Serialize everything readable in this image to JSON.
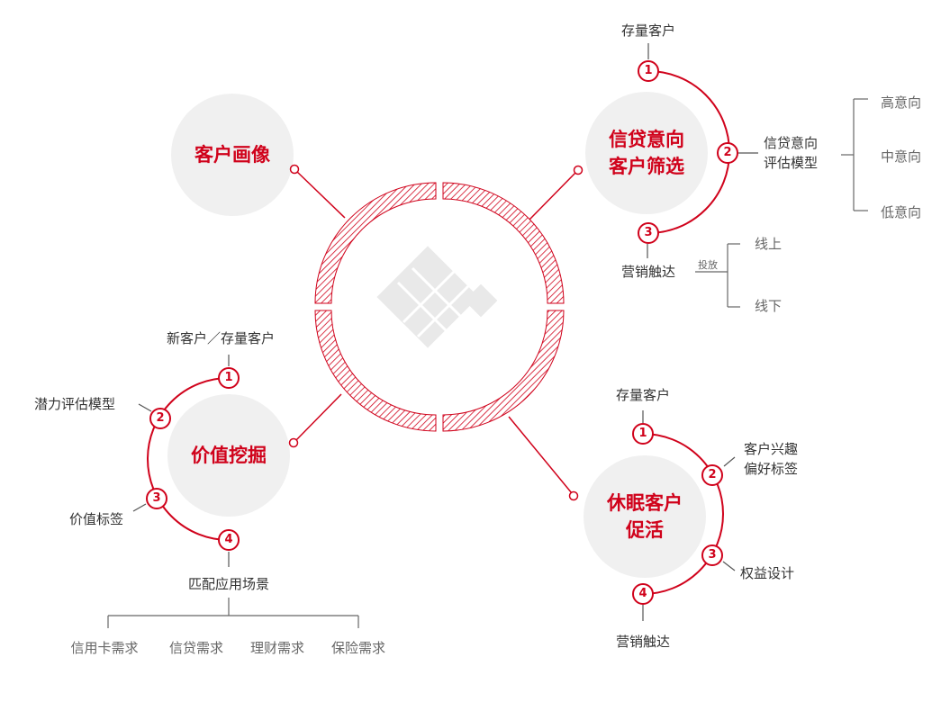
{
  "colors": {
    "accent": "#d0021b",
    "circle_bg": "#f0f0f0",
    "line": "#666666",
    "logo": "#e9e9e9"
  },
  "center": {
    "icon": "diamond-logo"
  },
  "portrait": {
    "title": "客户画像"
  },
  "credit": {
    "title_1": "信贷意向",
    "title_2": "客户筛选",
    "steps": [
      {
        "num": "1",
        "label": "存量客户"
      },
      {
        "num": "2",
        "label_1": "信贷意向",
        "label_2": "评估模型"
      },
      {
        "num": "3",
        "label": "营销触达"
      }
    ],
    "intents": [
      "高意向",
      "中意向",
      "低意向"
    ],
    "delivery_label": "投放",
    "channels": [
      "线上",
      "线下"
    ]
  },
  "value": {
    "title": "价值挖掘",
    "steps": [
      {
        "num": "1",
        "label": "新客户／存量客户"
      },
      {
        "num": "2",
        "label": "潜力评估模型"
      },
      {
        "num": "3",
        "label": "价值标签"
      },
      {
        "num": "4",
        "label": "匹配应用场景"
      }
    ],
    "scenes": [
      "信用卡需求",
      "信贷需求",
      "理财需求",
      "保险需求"
    ]
  },
  "dormant": {
    "title_1": "休眠客户",
    "title_2": "促活",
    "steps": [
      {
        "num": "1",
        "label": "存量客户"
      },
      {
        "num": "2",
        "label_1": "客户兴趣",
        "label_2": "偏好标签"
      },
      {
        "num": "3",
        "label": "权益设计"
      },
      {
        "num": "4",
        "label": "营销触达"
      }
    ]
  }
}
